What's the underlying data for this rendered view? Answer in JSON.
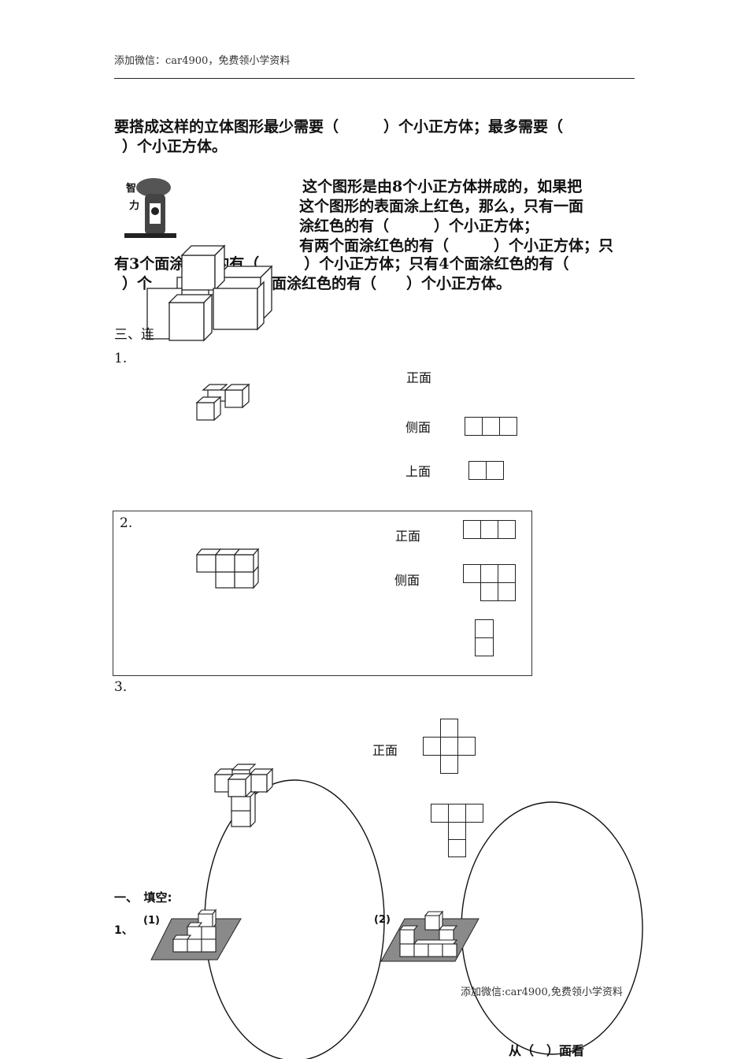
{
  "header": {
    "wechat_note": "添加微信：car4900，免费领小学资料"
  },
  "question_cubes_min_max": {
    "line1": "要搭成这样的立体图形最少需要（　　　）个小正方体；最多需要（",
    "line2": "）个小正方体。"
  },
  "brain_teaser": {
    "badge_char_1": "智",
    "badge_char_2": "力",
    "line1": "这个图形是由8个小正方体拼成的，如果把",
    "line2": "这个图形的表面涂上红色，那么，只有一面",
    "line3": "涂红色的有（　　　）个小正方体；",
    "line4": "有两个面涂红色的有（　　　）个小正方体；只",
    "line5": "有3个面涂红色的有（　　　）个小正方体；只有4个面涂红色的有（",
    "line6": "）个　　　　　　　个面涂红色的有（　　）个小正方体。"
  },
  "section_three": {
    "heading": "三、连"
  },
  "item1": {
    "number": "1.",
    "front_label": "正面",
    "side_label": "侧面",
    "top_label": "上面"
  },
  "item2": {
    "number": "2.",
    "front_label": "正面",
    "side_label": "侧面"
  },
  "item3": {
    "number": "3.",
    "front_label": "正面"
  },
  "section_one": {
    "heading": "一、　填空:",
    "q_number": "1、",
    "fig1_label": "(1)",
    "fig2_label": "(2)",
    "view_from": "从（　）面看"
  },
  "footer": {
    "wechat_note": "添加微信:car4900,免费领小学资料"
  }
}
